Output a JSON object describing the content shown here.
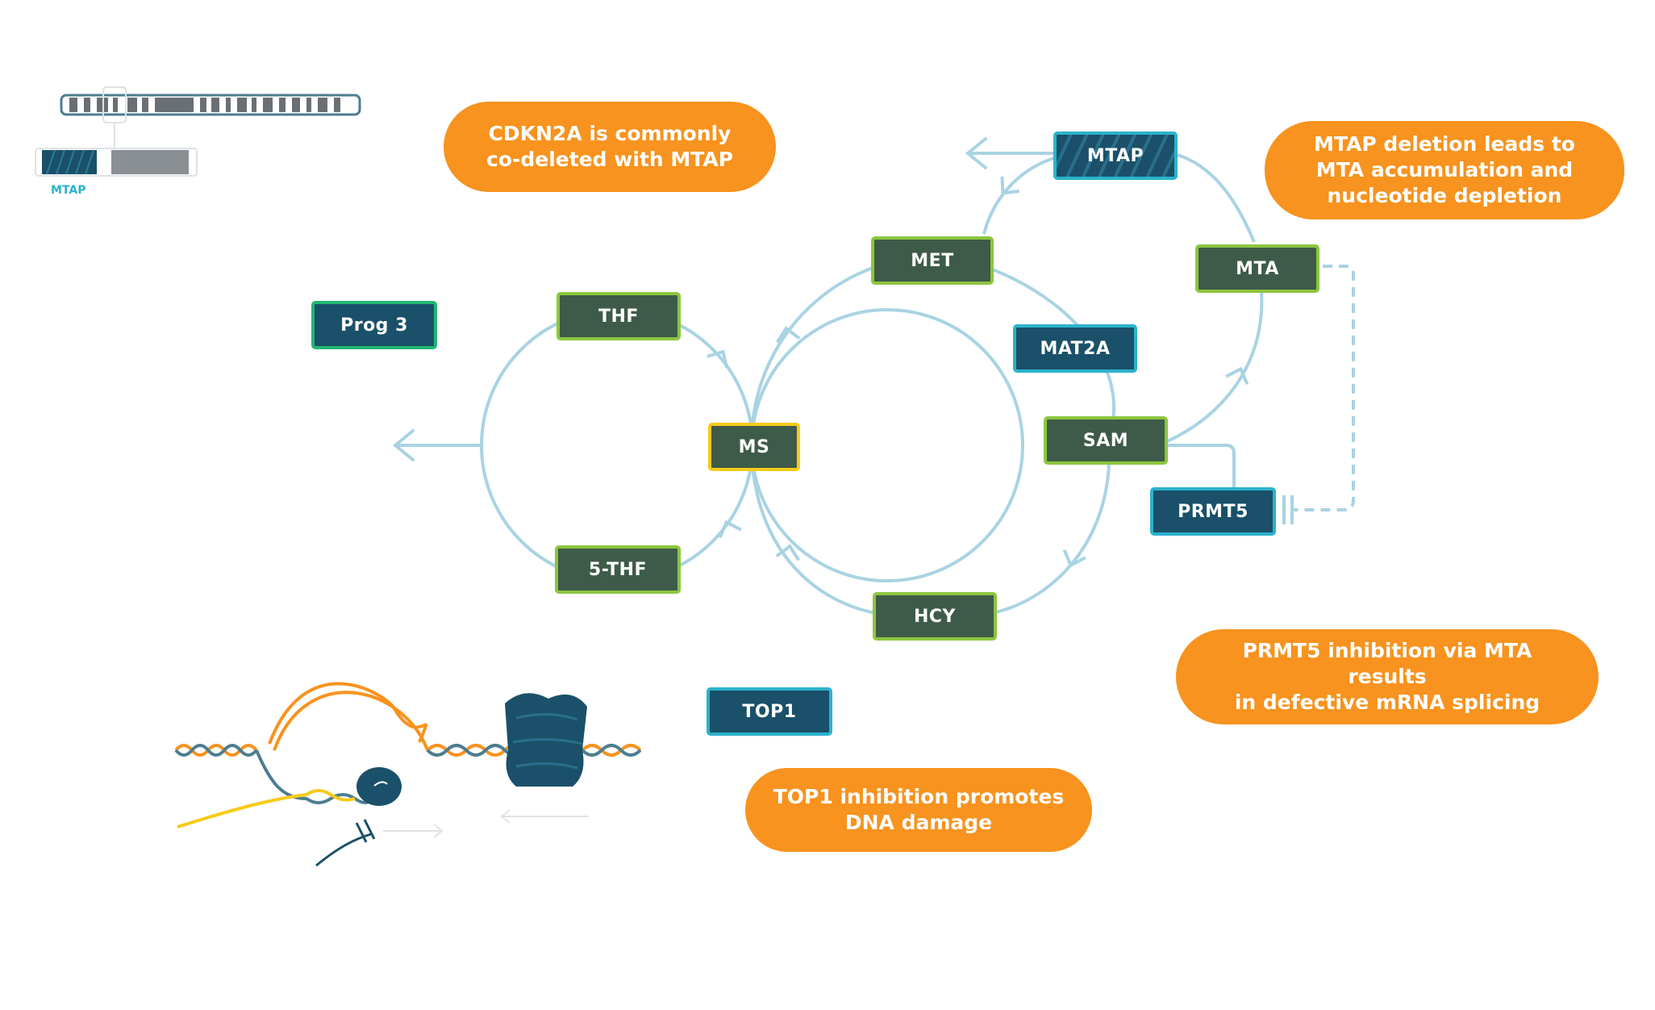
{
  "nodes": {
    "mtap": "MTAP",
    "met": "MET",
    "mta": "MTA",
    "mat2a": "MAT2A",
    "sam": "SAM",
    "prmt5": "PRMT5",
    "thf": "THF",
    "ms": "MS",
    "five_thf": "5-THF",
    "hcy": "HCY",
    "prog3": "Prog 3",
    "top1": "TOP1"
  },
  "callouts": {
    "cdkn2a": "CDKN2A is commonly\nco-deleted with MTAP",
    "mtap_deletion": "MTAP deletion leads to\nMTA accumulation and\nnucleotide depletion",
    "prmt5_inhibition": "PRMT5 inhibition via MTA results\nin defective mRNA splicing",
    "top1_inhibition": "TOP1 inhibition promotes\nDNA damage"
  },
  "chromosome": {
    "label": "MTAP"
  },
  "colors": {
    "orange": "#f7931e",
    "node_green_fill": "#3e5b49",
    "node_green_border": "#8cc63f",
    "node_teal_fill": "#1a5069",
    "node_teal_border": "#2bb3cc",
    "ms_border": "#f6cb1a",
    "prog_border": "#22b573",
    "pathway_line": "#a9d3e3"
  }
}
